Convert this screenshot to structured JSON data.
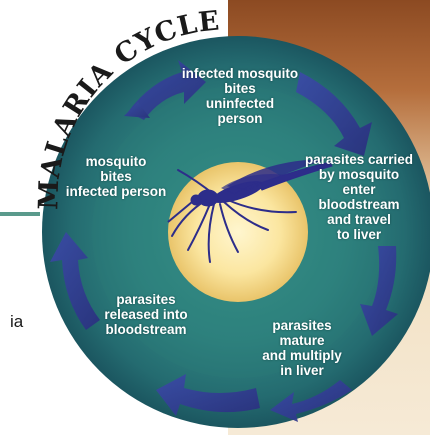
{
  "title": "MALARIA CYCLE",
  "side_fragment": "ia",
  "steps": [
    "infected mosquito\nbites\nuninfected\nperson",
    "parasites carried\nby mosquito\nenter\nbloodstream\nand travel\nto liver",
    "parasites\nmature\nand multiply\nin liver",
    "parasites\nreleased into\nbloodstream",
    "mosquito\nbites\ninfected person"
  ],
  "colors": {
    "ring_dark": "#1f5f66",
    "ring_light": "#3f9a8e",
    "center_glow": "#fbe9a8",
    "arrow": "#3a3f9a",
    "mosquito": "#2d2d8a",
    "title": "#1a1a1a"
  },
  "icons": [
    "mosquito-icon",
    "cycle-arrow-icon"
  ]
}
